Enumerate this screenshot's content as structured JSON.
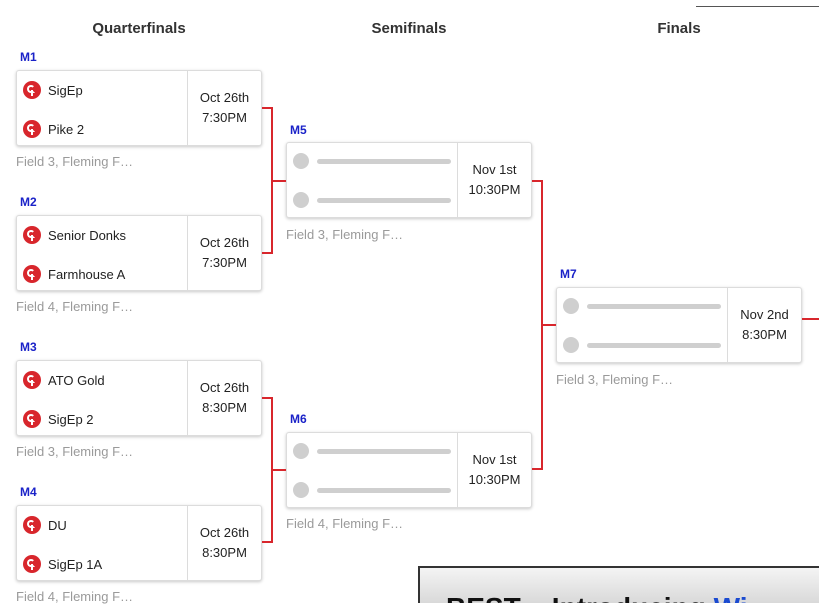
{
  "rounds": [
    "Quarterfinals",
    "Semifinals",
    "Finals"
  ],
  "matches": {
    "m1": {
      "label": "M1",
      "team1": "SigEp",
      "team2": "Pike 2",
      "date": "Oct 26th",
      "time": "7:30PM",
      "location": "Field 3, Fleming F…"
    },
    "m2": {
      "label": "M2",
      "team1": "Senior Donks",
      "team2": "Farmhouse A",
      "date": "Oct 26th",
      "time": "7:30PM",
      "location": "Field 4, Fleming F…"
    },
    "m3": {
      "label": "M3",
      "team1": "ATO Gold",
      "team2": "SigEp 2",
      "date": "Oct 26th",
      "time": "8:30PM",
      "location": "Field 3, Fleming F…"
    },
    "m4": {
      "label": "M4",
      "team1": "DU",
      "team2": "SigEp 1A",
      "date": "Oct 26th",
      "time": "8:30PM",
      "location": "Field 4, Fleming F…"
    },
    "m5": {
      "label": "M5",
      "date": "Nov 1st",
      "time": "10:30PM",
      "location": "Field 3, Fleming F…"
    },
    "m6": {
      "label": "M6",
      "date": "Nov 1st",
      "time": "10:30PM",
      "location": "Field 4, Fleming F…"
    },
    "m7": {
      "label": "M7",
      "date": "Nov 2nd",
      "time": "8:30PM",
      "location": "Field 3, Fleming F…"
    }
  },
  "ad": {
    "text_start": "BEST – Introducing ",
    "text_blue": "Wi"
  },
  "colors": {
    "accent": "#d8262c",
    "match_label": "#1a22c8",
    "placeholder": "#cfcfcf"
  }
}
